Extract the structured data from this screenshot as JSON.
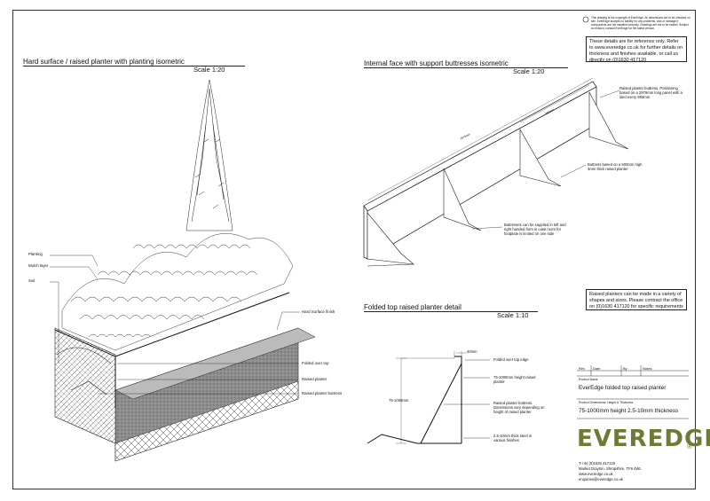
{
  "copyright": "This drawing is the copyright of EverEdge. All dimensions are to be checked on site. EverEdge accepts no liability for any problems, loss or damage if components are not installed correctly. Drawings are not to be scaled. Subject to revision; contact EverEdge for the latest version.",
  "disclaimer": "These details are for reference only. Refer to www.everedge.co.uk for further details on thickness and finishes available, or call us directly on (0)1630 417120",
  "left_view": {
    "title": "Hard surface / raised planter with planting isometric",
    "scale": "Scale 1:20",
    "labels": {
      "planting": "Planting",
      "mulch": "Mulch layer",
      "soil": "Soil",
      "hard_surface": "Hard Surface finish",
      "folded_over_top": "Folded over top",
      "raised_planter": "Raised planter",
      "raised_planter_buttress": "Raised planter buttress"
    }
  },
  "right_view": {
    "title": "Internal face with support buttresses isometric",
    "scale": "Scale 1:20",
    "dim_length": "2979mm",
    "dim_spacing": "993mm",
    "note_positioning": "Raised planter buttress. Positioning based on a 2979mm long panel with a sled every 993mm",
    "note_buttress": "Buttress based on a 500mm high 3mm thick raised planter",
    "note_handed": "Buttresses can be supplied in left and right handed form in case room for footplate is limited on one side"
  },
  "variety_note": "Raised planters can be made in a variety of shapes and sizes. Please contract the office on (0)1630 417120 for specific requirements",
  "detail_view": {
    "title": "Folded top raised planter detail",
    "scale": "Scale 1:10",
    "dim_top": "40mm",
    "dim_height": "75-1000mm",
    "label_folded": "Folded over top edge",
    "label_height": "75-1000mm height raised planter",
    "label_buttress": "Raised planter buttress. Dimensions vary depending on height of raised planter",
    "label_steel": "2.5-10mm thick steel in various finishes"
  },
  "title_block": {
    "headers": [
      "Rev",
      "Date",
      "By",
      "Notes"
    ],
    "product_name_label": "Product Name",
    "product_name": "EverEdge folded top raised planter",
    "dimensions_label": "Product Dimensions: Height & Thickness",
    "dimensions": "75-1000mm height 2.5-10mm thickness"
  },
  "brand": {
    "name": "EVEREDGE",
    "mark": "®",
    "color": "#6f7b35"
  },
  "contact": {
    "phone": "T:+44 (0)1630 417120",
    "address": "Market Drayton, Shropshire, TF9 4WL",
    "website": "www.everedge.co.uk",
    "email": "enquiries@everedge.co.uk"
  }
}
